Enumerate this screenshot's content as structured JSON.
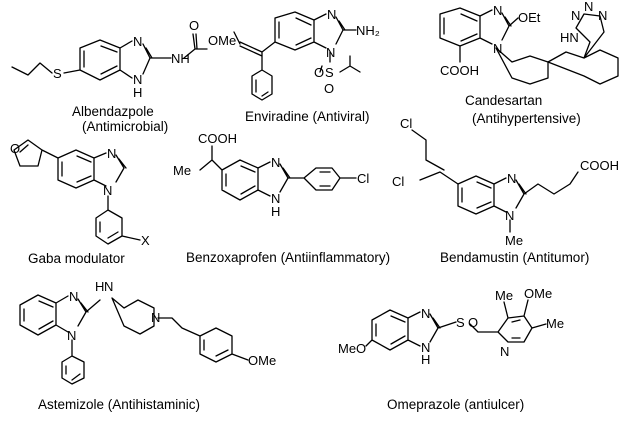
{
  "compounds": [
    {
      "name_line1": "Albendazpole",
      "name_line2": "(Antimicrobial)",
      "atoms": {
        "s": "S",
        "nh_top": "N",
        "nh_bottom": "N",
        "h_bottom": "H",
        "nh_side": "NH",
        "o_carbonyl": "O",
        "ome": "OMe"
      }
    },
    {
      "name_line1": "Enviradine (Antiviral)",
      "atoms": {
        "n_top": "N",
        "n_bottom": "N",
        "nh2": "NH₂",
        "o": "O",
        "s": "S",
        "o2": "O"
      }
    },
    {
      "name_line1": "Candesartan",
      "name_line2": "(Antihypertensive)",
      "atoms": {
        "n_top": "N",
        "n_bottom": "N",
        "oet": "OEt",
        "cooh": "COOH",
        "t_n1": "N",
        "t_n2": "N",
        "t_n3": "N",
        "t_nh": "HN"
      }
    },
    {
      "name_line1": "Gaba modulator",
      "atoms": {
        "o": "O",
        "n_top": "N",
        "n_bottom": "N",
        "x": "X"
      }
    },
    {
      "name_line1": "Benzoxaprofen (Antiinflammatory)",
      "atoms": {
        "cooh": "COOH",
        "me": "Me",
        "n_top": "N",
        "n_bottom": "N",
        "h": "H",
        "cl": "Cl"
      }
    },
    {
      "name_line1": "Bendamustin (Antitumor)",
      "atoms": {
        "cl1": "Cl",
        "cl2": "Cl",
        "n_top": "N",
        "n_bottom": "N",
        "me": "Me",
        "cooh": "COOH"
      }
    },
    {
      "name_line1": "Astemizole (Antihistaminic)",
      "atoms": {
        "n_top": "N",
        "n_bottom": "N",
        "nh_h": "H",
        "nh_n": "N",
        "pip_n": "N",
        "ome": "OMe"
      }
    },
    {
      "name_line1": "Omeprazole (antiulcer)",
      "atoms": {
        "meo": "MeO",
        "n_top": "N",
        "n_bottom": "N",
        "h": "H",
        "s": "S",
        "o": "O",
        "ome": "OMe",
        "me1": "Me",
        "me2": "Me",
        "py_n": "N"
      }
    }
  ]
}
